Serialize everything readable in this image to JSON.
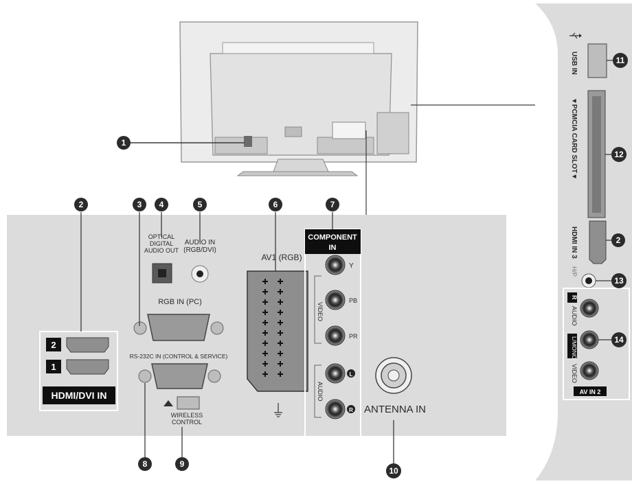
{
  "callouts": {
    "n1": "1",
    "n2": "2",
    "n3": "3",
    "n4": "4",
    "n5": "5",
    "n6": "6",
    "n7": "7",
    "n8": "8",
    "n9": "9",
    "n10": "10",
    "n11": "11",
    "n12": "12",
    "n13": "13",
    "n14": "14"
  },
  "rear_panel": {
    "hdmi_label": "HDMI/DVI IN",
    "hdmi_port_2": "2",
    "hdmi_port_1": "1",
    "optical_label_1": "OPTICAL",
    "optical_label_2": "DIGITAL",
    "optical_label_3": "AUDIO OUT",
    "audio_in_label_1": "AUDIO IN",
    "audio_in_label_2": "(RGB/DVI)",
    "rgb_in_label": "RGB IN (PC)",
    "rs232_label": "RS-232C IN (CONTROL & SERVICE)",
    "wireless_label_1": "WIRELESS",
    "wireless_label_2": "CONTROL",
    "av1_label": "AV1 (RGB)",
    "component_label_1": "COMPONENT",
    "component_label_2": "IN",
    "comp_y": "Y",
    "comp_pb": "PB",
    "comp_pr": "PR",
    "video_label": "VIDEO",
    "audio_label": "AUDIO",
    "comp_l": "L",
    "comp_r": "R",
    "antenna_label": "ANTENNA IN"
  },
  "side_panel": {
    "usb_label": "USB IN",
    "pcmcia_label": "▼PCMCIA CARD SLOT▼",
    "hdmi3_label": "HDMI IN 3",
    "headphone_label": "H/P",
    "av2_video": "VIDEO",
    "av2_mono": "L/MONO",
    "av2_audio": "AUDIO",
    "av2_r": "R",
    "av2_label": "AV IN 2"
  },
  "colors": {
    "panel": "#dcdcdc",
    "tv_body": "#e9e9e9",
    "badge": "#2b2b2b",
    "line": "#3a3a3a"
  },
  "icons": {
    "usb": "usb-icon",
    "antenna_ground": "ground-icon",
    "wireless_arrow": "up-triangle-icon"
  }
}
